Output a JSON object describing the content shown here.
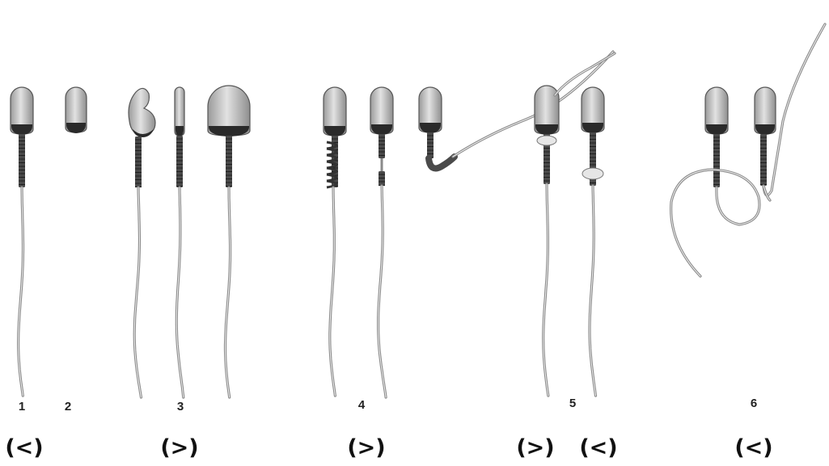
{
  "figure": {
    "group_numbers": [
      "1",
      "2",
      "3",
      "4",
      "5",
      "6"
    ],
    "comparison_marks": [
      "(<)",
      "(>)",
      "(>)",
      "(>)",
      "(<)",
      "(<)"
    ]
  },
  "colors": {
    "head_fill": "#c6c6c6",
    "head_highlight": "#e4e4e4",
    "acrosome_cap": "#2a2a2a",
    "midpiece": "#4a4a4a",
    "tail": "#8a8a8a",
    "droplet": "#e6e6e6",
    "outline": "#555555"
  },
  "cells": [
    {
      "label": "normal",
      "group": "1"
    },
    {
      "label": "detached-head",
      "group": "2"
    },
    {
      "label": "pyriform-head",
      "group": "3"
    },
    {
      "label": "narrow-head",
      "group": "3"
    },
    {
      "label": "macrocephalic-head",
      "group": "3"
    },
    {
      "label": "coiled-midpiece",
      "group": "4"
    },
    {
      "label": "broken-midpiece",
      "group": "4"
    },
    {
      "label": "bent-midpiece",
      "group": "4"
    },
    {
      "label": "proximal-droplet",
      "group": "5"
    },
    {
      "label": "distal-droplet",
      "group": "5"
    },
    {
      "label": "looped-tail",
      "group": "6"
    },
    {
      "label": "folded-tail",
      "group": "6"
    }
  ]
}
